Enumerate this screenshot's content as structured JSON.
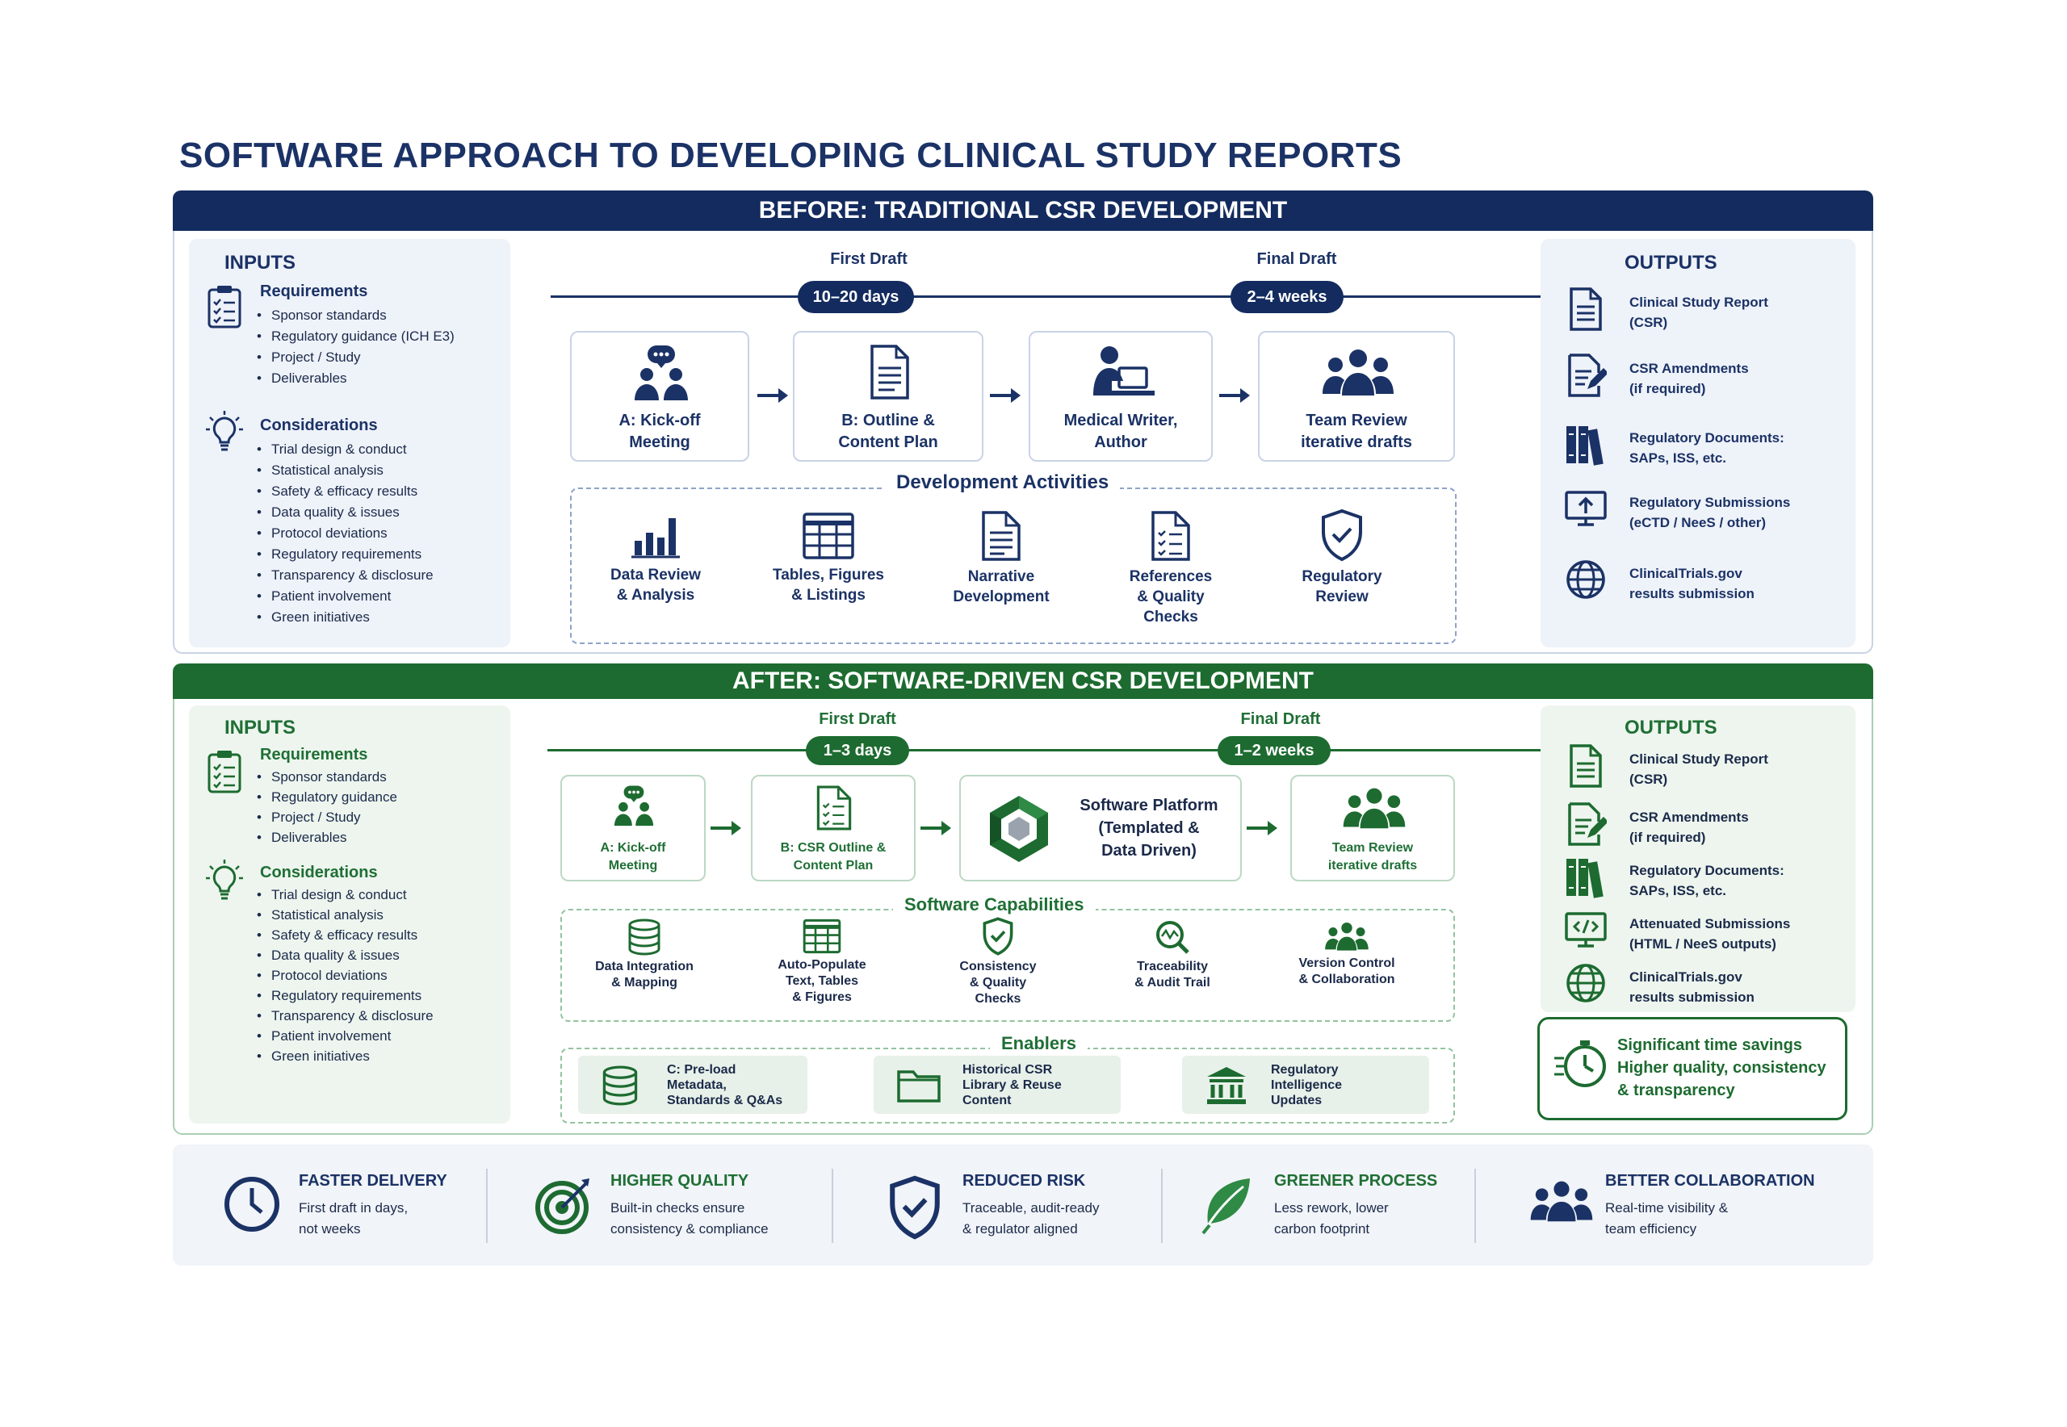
{
  "title": "SOFTWARE APPROACH TO DEVELOPING CLINICAL STUDY REPORTS",
  "before": {
    "banner": "BEFORE: TRADITIONAL CSR DEVELOPMENT",
    "inputs": {
      "title": "INPUTS",
      "requirements_title": "Requirements",
      "requirements": [
        "Sponsor standards",
        "Regulatory guidance (ICH E3)",
        "Project / Study",
        "Deliverables"
      ],
      "considerations_title": "Considerations",
      "considerations": [
        "Trial design & conduct",
        "Statistical analysis",
        "Safety & efficacy results",
        "Data quality & issues",
        "Protocol deviations",
        "Regulatory requirements",
        "Transparency & disclosure",
        "Patient involvement",
        "Green initiatives"
      ]
    },
    "timeline": {
      "first_draft": "First Draft",
      "first_draft_time": "10–20 days",
      "final_draft": "Final Draft",
      "final_draft_time": "2–4 weeks"
    },
    "steps": [
      "A: Kick-off\nMeeting",
      "B: Outline &\nContent Plan",
      "Medical Writer,\nAuthor",
      "Team Review\niterative drafts"
    ],
    "activities_title": "Development Activities",
    "activities": [
      "Data Review\n& Analysis",
      "Tables, Figures\n& Listings",
      "Narrative\nDevelopment",
      "References\n& Quality\nChecks",
      "Regulatory\nReview"
    ],
    "outputs": {
      "title": "OUTPUTS",
      "items": [
        "Clinical Study Report\n(CSR)",
        "CSR Amendments\n(if required)",
        "Regulatory Documents:\nSAPs, ISS, etc.",
        "Regulatory Submissions\n(eCTD / NeeS / other)",
        "ClinicalTrials.gov\nresults submission"
      ]
    }
  },
  "after": {
    "banner": "AFTER: SOFTWARE-DRIVEN CSR DEVELOPMENT",
    "inputs": {
      "title": "INPUTS",
      "requirements_title": "Requirements",
      "requirements": [
        "Sponsor standards",
        "Regulatory guidance",
        "Project / Study",
        "Deliverables"
      ],
      "considerations_title": "Considerations",
      "considerations": [
        "Trial design & conduct",
        "Statistical analysis",
        "Safety & efficacy results",
        "Data quality & issues",
        "Protocol deviations",
        "Regulatory requirements",
        "Transparency & disclosure",
        "Patient involvement",
        "Green initiatives"
      ]
    },
    "timeline": {
      "first_draft": "First Draft",
      "first_draft_time": "1–3 days",
      "final_draft": "Final Draft",
      "final_draft_time": "1–2 weeks"
    },
    "steps": [
      "A: Kick-off\nMeeting",
      "B: CSR Outline &\nContent Plan",
      "Software Platform\n(Templated &\nData Driven)",
      "Team Review\niterative drafts"
    ],
    "capabilities_title": "Software Capabilities",
    "capabilities": [
      "Data Integration\n& Mapping",
      "Auto-Populate\nText, Tables\n& Figures",
      "Consistency\n& Quality\nChecks",
      "Traceability\n& Audit Trail",
      "Version Control\n& Collaboration"
    ],
    "enablers_title": "Enablers",
    "enablers": [
      "C: Pre-load\nMetadata,\nStandards & Q&As",
      "Historical CSR\nLibrary & Reuse\nContent",
      "Regulatory\nIntelligence\nUpdates"
    ],
    "outputs": {
      "title": "OUTPUTS",
      "items": [
        "Clinical Study Report\n(CSR)",
        "CSR Amendments\n(if required)",
        "Regulatory Documents:\nSAPs, ISS, etc.",
        "Attenuated Submissions\n(HTML / NeeS outputs)",
        "ClinicalTrials.gov\nresults submission"
      ]
    },
    "savings": "Significant time savings\nHigher quality, consistency\n& transparency"
  },
  "benefits": [
    {
      "title": "FASTER DELIVERY",
      "desc": "First draft in days,\nnot weeks",
      "icon": "clock-icon"
    },
    {
      "title": "HIGHER QUALITY",
      "desc": "Built-in checks ensure\nconsistency & compliance",
      "icon": "target-icon"
    },
    {
      "title": "REDUCED RISK",
      "desc": "Traceable, audit-ready\n& regulator aligned",
      "icon": "shield-check-icon"
    },
    {
      "title": "GREENER PROCESS",
      "desc": "Less rework, lower\ncarbon footprint",
      "icon": "leaf-icon"
    },
    {
      "title": "BETTER COLLABORATION",
      "desc": "Real-time visibility &\nteam efficiency",
      "icon": "team-icon"
    }
  ],
  "colors": {
    "navy": "#132b5e",
    "green": "#1d6b30",
    "light_blue": "#eef2f9",
    "light_green": "#edf5ee"
  }
}
